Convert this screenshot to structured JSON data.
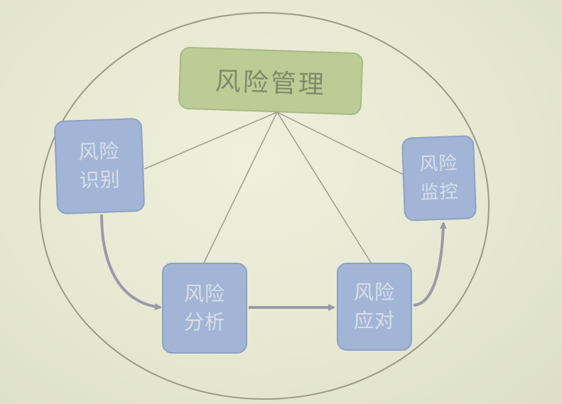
{
  "diagram": {
    "center": {
      "label": "风险管理"
    },
    "steps": [
      {
        "id": "identify",
        "label": "风险\n识别"
      },
      {
        "id": "analyze",
        "label": "风险\n分析"
      },
      {
        "id": "respond",
        "label": "风险\n应对"
      },
      {
        "id": "monitor",
        "label": "风险\n监控"
      }
    ],
    "colors": {
      "background": "#e6e8d2",
      "ellipse_stroke": "#9a9a86",
      "center_fill": "#bccc94",
      "step_fill": "#a3b5d6",
      "connector_line": "#9c9c8c",
      "arrow": "#9a9aa8"
    }
  }
}
